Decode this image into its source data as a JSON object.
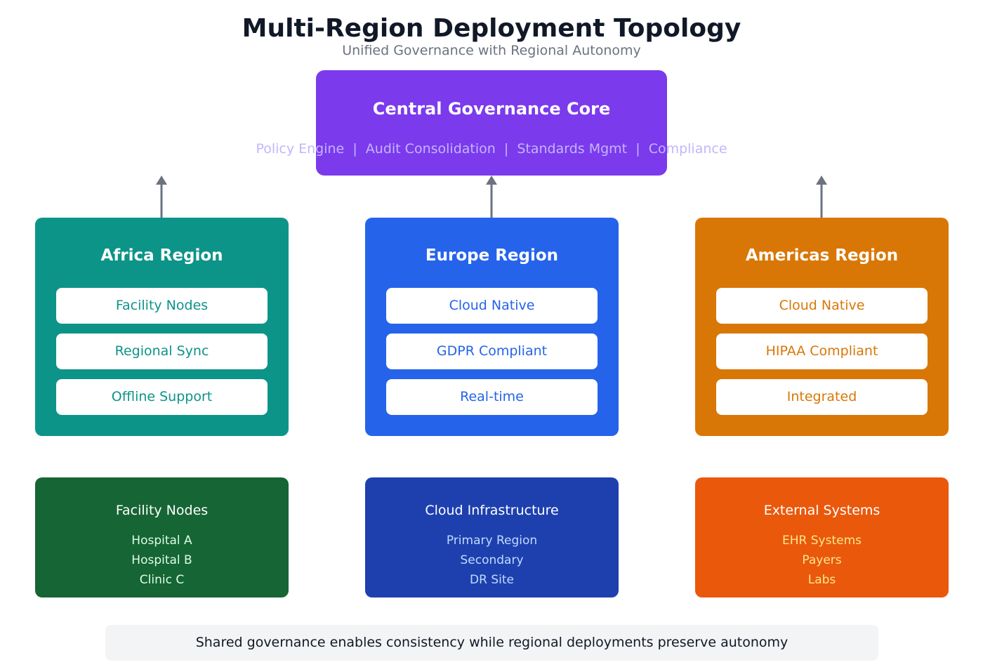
{
  "title": "Multi-Region Deployment Topology",
  "subtitle": "Unified Governance with Regional Autonomy",
  "core": {
    "title": "Central Governance Core",
    "features": "Policy Engine  |  Audit Consolidation  |  Standards Mgmt  |  Compliance",
    "color": "#7c3aed",
    "text_color": "#c4b5fd"
  },
  "regions": [
    {
      "title": "Africa Region",
      "color": "#0d9488",
      "items": [
        "Facility Nodes",
        "Regional Sync",
        "Offline Support"
      ]
    },
    {
      "title": "Europe Region",
      "color": "#2563eb",
      "items": [
        "Cloud Native",
        "GDPR Compliant",
        "Real-time"
      ]
    },
    {
      "title": "Americas Region",
      "color": "#d97706",
      "items": [
        "Cloud Native",
        "HIPAA Compliant",
        "Integrated"
      ]
    }
  ],
  "infrastructure": [
    {
      "title": "Facility Nodes",
      "color": "#166534",
      "item_color": "#dcfce7",
      "items": [
        "Hospital A",
        "Hospital B",
        "Clinic C"
      ]
    },
    {
      "title": "Cloud Infrastructure",
      "color": "#1e40af",
      "item_color": "#bfdbfe",
      "items": [
        "Primary Region",
        "Secondary",
        "DR Site"
      ]
    },
    {
      "title": "External Systems",
      "color": "#ea580c",
      "item_color": "#fde68a",
      "items": [
        "EHR Systems",
        "Payers",
        "Labs"
      ]
    }
  ],
  "arrow_color": "#6b7280",
  "footer": "Shared governance enables consistency while regional deployments preserve autonomy"
}
